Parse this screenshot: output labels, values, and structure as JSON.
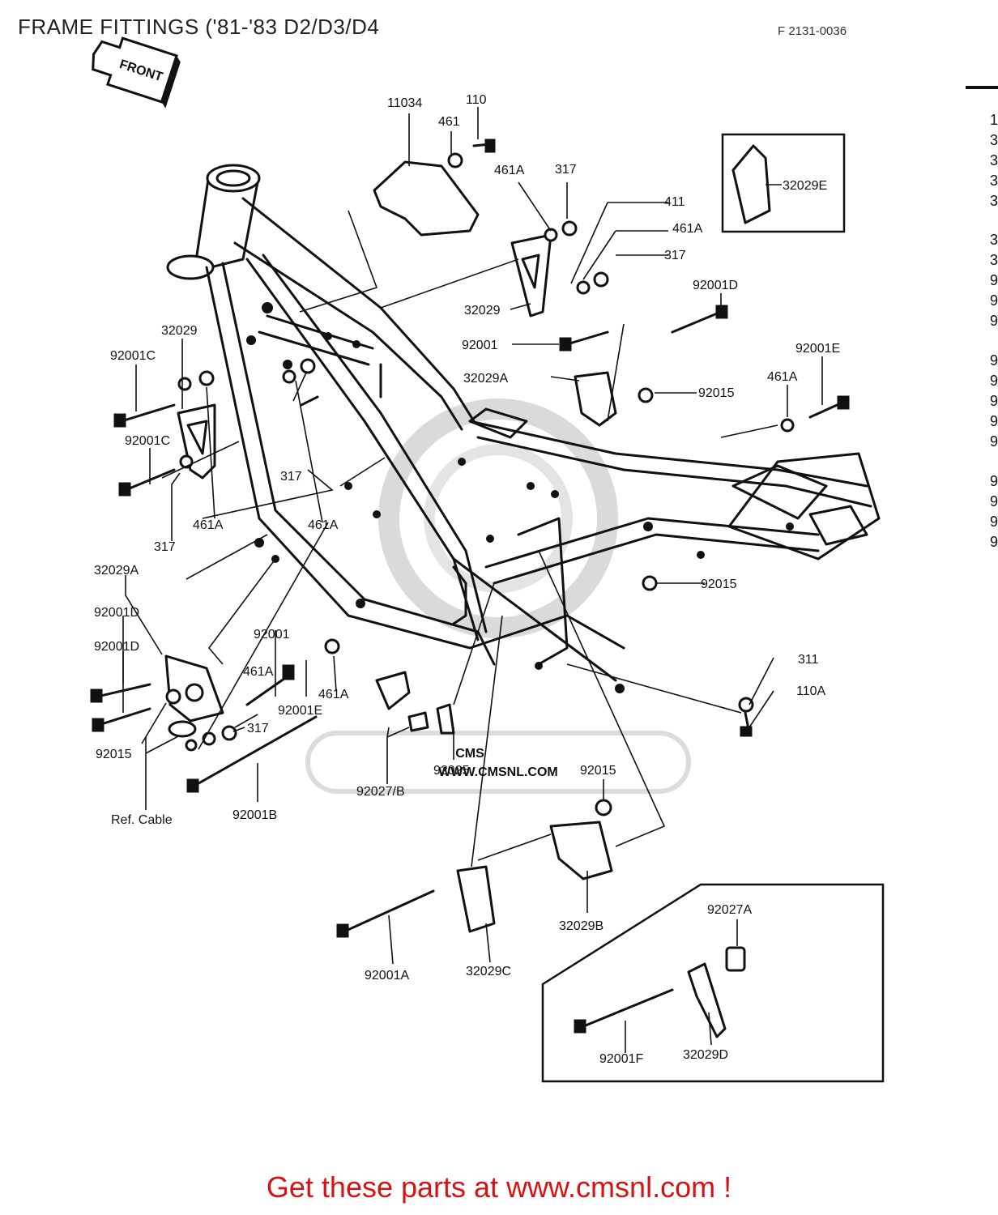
{
  "header": {
    "title": "FRAME FITTINGS ('81-'83 D2/D3/D4",
    "code": "F 2131-0036",
    "front_label": "FRONT"
  },
  "watermark": {
    "brand": "CMS",
    "url": "WWW.CMSNL.COM"
  },
  "footer": {
    "text": "Get these parts at www.cmsnl.com !"
  },
  "edge_glyphs": [
    "1",
    "3",
    "3",
    "3",
    "3",
    "3",
    "3",
    "9",
    "9",
    "9",
    "9",
    "9",
    "9",
    "9",
    "9",
    "9",
    "9",
    "9",
    "9"
  ],
  "callouts": [
    "11034",
    "110",
    "461",
    "461A",
    "317",
    "411",
    "461A",
    "317",
    "32029E",
    "92001D",
    "32029",
    "92001",
    "32029A",
    "92015",
    "92001E",
    "461A",
    "32029",
    "92001C",
    "92001C",
    "317",
    "461A",
    "461A",
    "317",
    "32029A",
    "92001D",
    "92001",
    "92001D",
    "461A",
    "461A",
    "92001E",
    "317",
    "92015",
    "92015",
    "311",
    "110A",
    "92025",
    "92015",
    "92027/B",
    "92001B",
    "Ref.  Cable",
    "32029B",
    "92027A",
    "92001A",
    "32029C",
    "92001F",
    "32029D"
  ],
  "colors": {
    "footer_red": "#d41414",
    "ink": "#111111",
    "watermark": "#d9d9d9"
  }
}
